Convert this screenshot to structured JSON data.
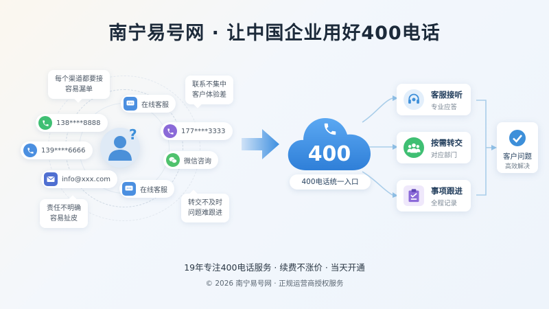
{
  "header": {
    "title": "南宁易号网 · 让中国企业用好400电话"
  },
  "channels": [
    {
      "id": "phone1",
      "icon": "phone-icon",
      "text": "138****8888",
      "color": "#3fbf73"
    },
    {
      "id": "phone2",
      "icon": "phone-icon",
      "text": "139****6666",
      "color": "#4b8fe0"
    },
    {
      "id": "email",
      "icon": "email-icon",
      "text": "info@xxx.com",
      "color": "#4f6fd1"
    },
    {
      "id": "chat1",
      "icon": "chat-icon",
      "text": "在线客服",
      "color": "#4b8fe0"
    },
    {
      "id": "phone3",
      "icon": "phone-icon",
      "text": "177****3333",
      "color": "#8b6ad8"
    },
    {
      "id": "wechat",
      "icon": "wechat-icon",
      "text": "微信咨询",
      "color": "#4fc26d"
    },
    {
      "id": "chat2",
      "icon": "chat-icon",
      "text": "在线客服",
      "color": "#4b8fe0"
    }
  ],
  "pain_points": [
    {
      "id": "p1",
      "lines": [
        "每个渠道都要接",
        "容易漏单"
      ]
    },
    {
      "id": "p2",
      "lines": [
        "联系不集中",
        "客户体验差"
      ]
    },
    {
      "id": "p3",
      "lines": [
        "责任不明确",
        "容易扯皮"
      ]
    },
    {
      "id": "p4",
      "lines": [
        "转交不及时",
        "问题难跟进"
      ]
    }
  ],
  "hub": {
    "number": "400",
    "label": "400电话统一入口"
  },
  "services": [
    {
      "id": "s1",
      "icon": "headset-icon",
      "title": "客服接听",
      "subtitle": "专业应答",
      "color": "#3d8fd9"
    },
    {
      "id": "s2",
      "icon": "team-icon",
      "title": "按需转交",
      "subtitle": "对应部门",
      "color": "#3fbf73"
    },
    {
      "id": "s3",
      "icon": "clipboard-icon",
      "title": "事项跟进",
      "subtitle": "全程记录",
      "color": "#8b6ad8"
    }
  ],
  "result": {
    "title": "客户问题",
    "subtitle": "高效解决",
    "icon": "check-icon",
    "color": "#3d8fd9"
  },
  "footer": {
    "line1": "19年专注400电话服务 · 续费不涨价 · 当天开通",
    "line2": "© 2026 南宁易号网 · 正规运营商授权服务"
  }
}
